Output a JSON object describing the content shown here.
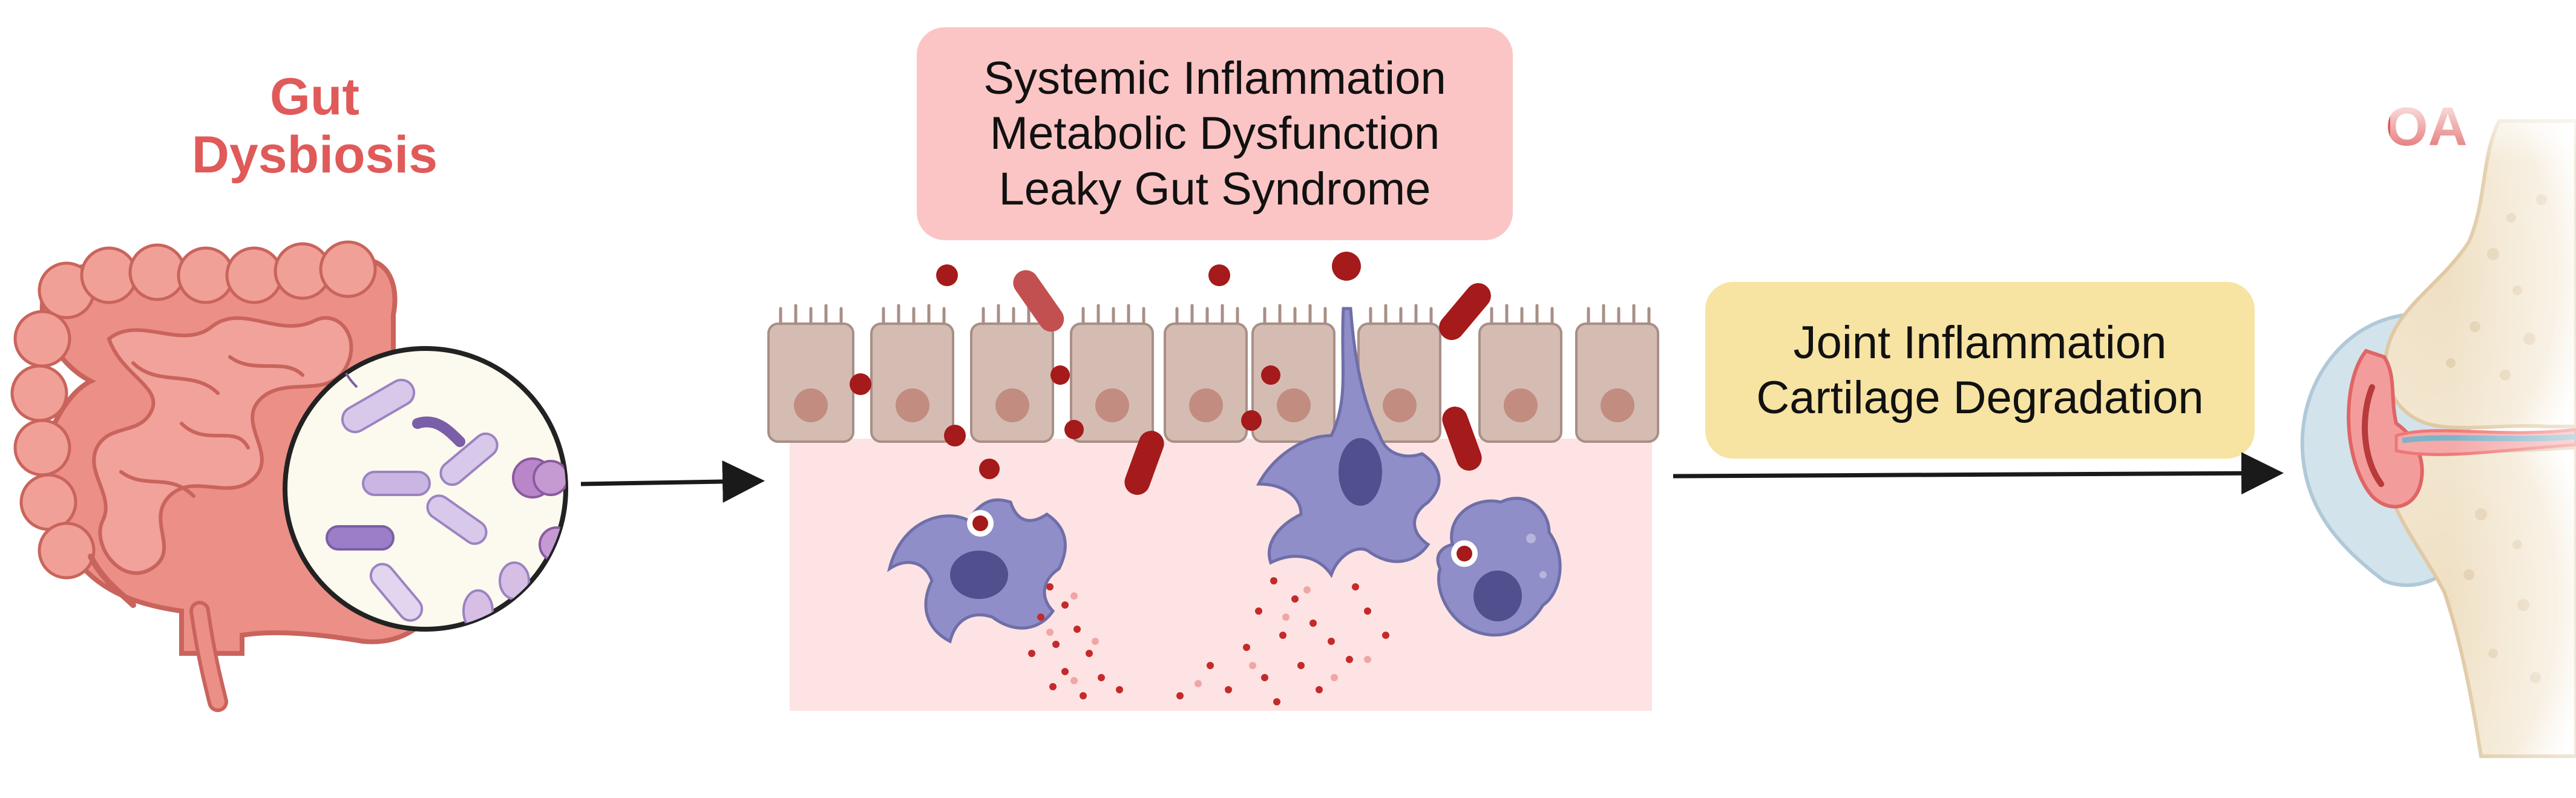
{
  "gut": {
    "title_line1": "Gut",
    "title_line2": "Dysbiosis"
  },
  "mechanisms": {
    "line1": "Systemic Inflammation",
    "line2": "Metabolic Dysfunction",
    "line3": "Leaky Gut Syndrome"
  },
  "joint_effects": {
    "line1": "Joint Inflammation",
    "line2": "Cartilage Degradation"
  },
  "outcome": {
    "label": "OA"
  },
  "colors": {
    "title_red": "#e05a5a",
    "mechanisms_box": "#fcc5c5",
    "joint_box": "#f7e3a2",
    "intestine": "#ec8f86",
    "epithelial_cell": "#d5bcb3",
    "lamina_propria": "#fde3e3",
    "immune_cell": "#8f8ec8",
    "blood_red": "#a51a1a",
    "bone": "#f0e2c8"
  }
}
